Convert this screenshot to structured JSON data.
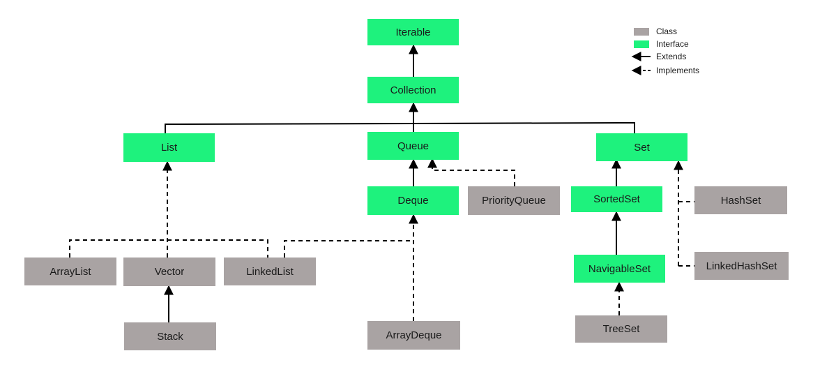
{
  "colors": {
    "interface": "#1ef27d",
    "class": "#a9a3a3",
    "line": "#000000"
  },
  "legend": {
    "class": "Class",
    "interface": "Interface",
    "extends": "Extends",
    "implements": "Implements"
  },
  "nodes": {
    "iterable": "Iterable",
    "collection": "Collection",
    "list": "List",
    "queue": "Queue",
    "set": "Set",
    "deque": "Deque",
    "priorityqueue": "PriorityQueue",
    "sortedset": "SortedSet",
    "hashset": "HashSet",
    "arraylist": "ArrayList",
    "vector": "Vector",
    "linkedlist": "LinkedList",
    "navigableset": "NavigableSet",
    "linkedhashset": "LinkedHashSet",
    "stack": "Stack",
    "arraydeque": "ArrayDeque",
    "treeset": "TreeSet"
  }
}
